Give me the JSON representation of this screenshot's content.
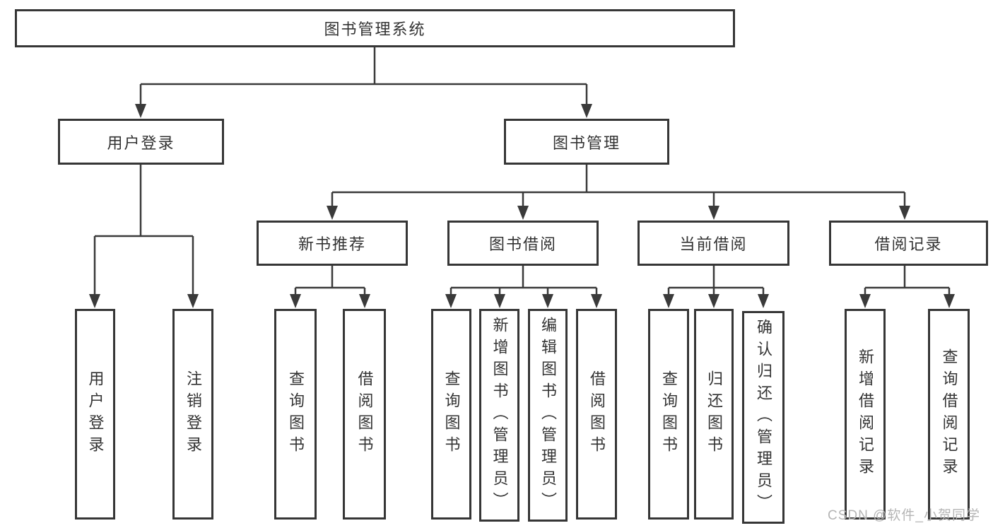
{
  "diagram": {
    "root": {
      "label": "图书管理系统"
    },
    "branches": [
      {
        "label": "用户登录",
        "children": [
          {
            "label": "用户登录"
          },
          {
            "label": "注销登录"
          }
        ]
      },
      {
        "label": "图书管理",
        "sections": [
          {
            "label": "新书推荐",
            "children": [
              {
                "label": "查询图书"
              },
              {
                "label": "借阅图书"
              }
            ]
          },
          {
            "label": "图书借阅",
            "children": [
              {
                "label": "查询图书"
              },
              {
                "label": "新增图书（管理员）"
              },
              {
                "label": "编辑图书（管理员）"
              },
              {
                "label": "借阅图书"
              }
            ]
          },
          {
            "label": "当前借阅",
            "children": [
              {
                "label": "查询图书"
              },
              {
                "label": "归还图书"
              },
              {
                "label": "确认归还（管理员）"
              }
            ]
          },
          {
            "label": "借阅记录",
            "children": [
              {
                "label": "新增借阅记录"
              },
              {
                "label": "查询借阅记录"
              }
            ]
          }
        ]
      }
    ],
    "watermark": "CSDN @软件_小贺同学",
    "colors": {
      "line": "#3a3a3a",
      "box_border": "#363636",
      "text": "#333333",
      "watermark": "#b5b5b5",
      "background": "#ffffff"
    }
  }
}
